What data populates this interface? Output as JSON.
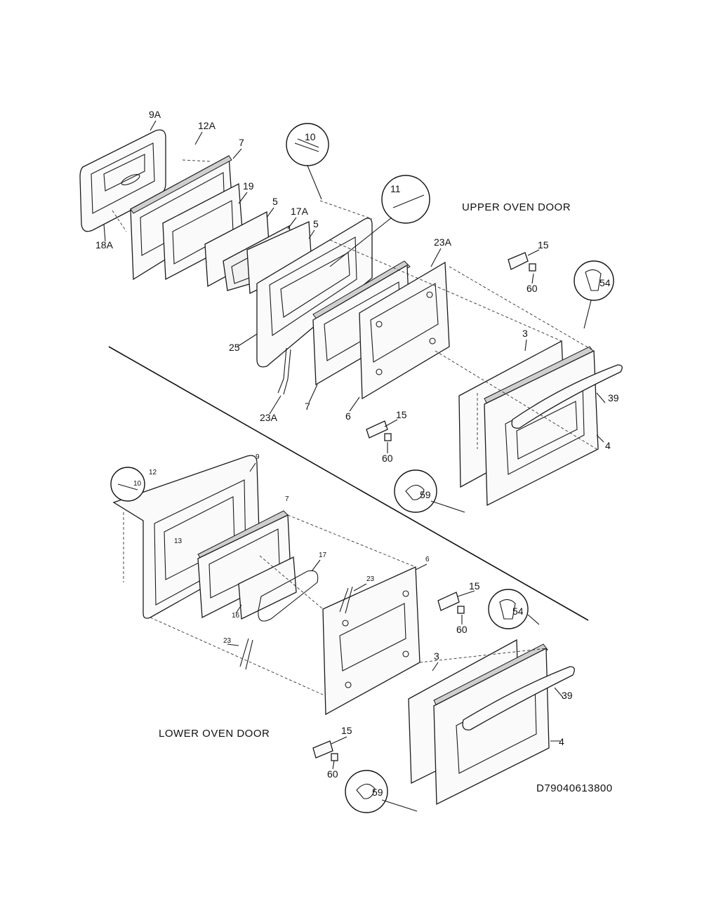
{
  "sections": {
    "upper_title": "UPPER OVEN DOOR",
    "lower_title": "LOWER OVEN DOOR"
  },
  "drawing_number": "D79040613800",
  "upper_labels": {
    "l9A": "9A",
    "l12A": "12A",
    "l7a": "7",
    "l19": "19",
    "l5a": "5",
    "l17A": "17A",
    "l5b": "5",
    "l18A": "18A",
    "l10": "10",
    "l11": "11",
    "l23Aa": "23A",
    "l15": "15",
    "l60": "60",
    "l54": "54",
    "l25": "25",
    "l23Ab": "23A",
    "l7b": "7",
    "l6": "6",
    "l3": "3",
    "l39": "39",
    "l4": "4",
    "l15b": "15",
    "l60b": "60",
    "l59": "59"
  },
  "lower_labels": {
    "l9": "9",
    "l12": "12",
    "l10": "10",
    "l13": "13",
    "l7": "7",
    "l17": "17",
    "l16": "16",
    "l23a": "23",
    "l23b": "23",
    "l6": "6",
    "l15": "15",
    "l60": "60",
    "l54": "54",
    "l3": "3",
    "l39": "39",
    "l4": "4",
    "l15b": "15",
    "l60b": "60",
    "l59": "59"
  }
}
